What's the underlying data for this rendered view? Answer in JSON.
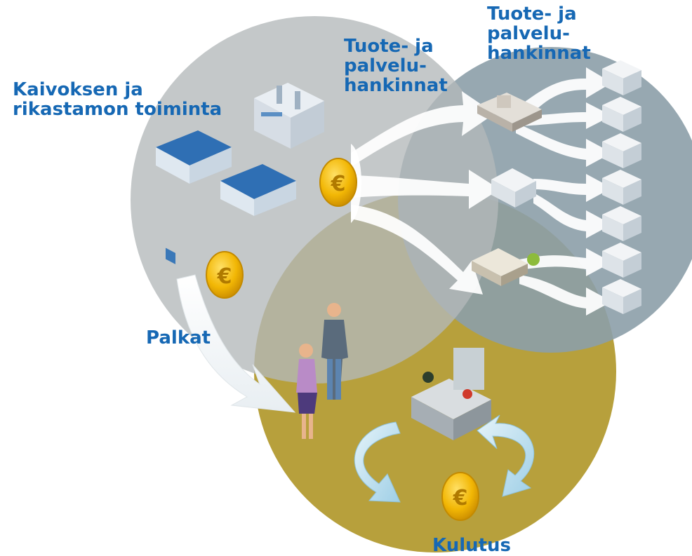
{
  "labels": {
    "mining": "Kaivoksen ja\nrikastamon toiminta",
    "purchases_primary": "Tuote- ja\npalvelu-\nhankinnat",
    "purchases_secondary": "Tuote- ja\npalvelu-\nhankinnat",
    "wages": "Palkat",
    "consumption": "Kulutus"
  },
  "coin_symbol": "€",
  "colors": {
    "label_text": "#1668b4",
    "mining_circle": "#b9bcbd",
    "supplier_circle": "#8a9ca6",
    "consumption_circle": "#b39b32",
    "coin": "#f0b400",
    "flow_arrow": "#ffffff",
    "cycle_arrow": "#b8dcec"
  },
  "icons": [
    "warehouse-icon",
    "factory-icon",
    "euro-coin-icon",
    "office-building-icon",
    "people-icon",
    "cashier-icon",
    "cycle-arrow-icon"
  ]
}
